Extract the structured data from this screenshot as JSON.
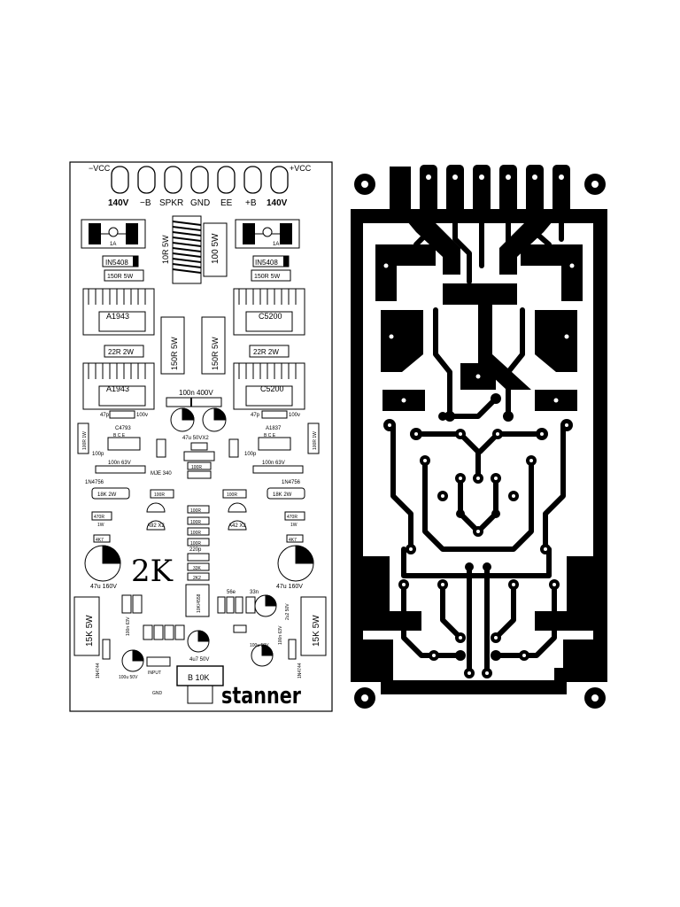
{
  "components": {
    "top_vcc_left": "−VCC",
    "top_vcc_right": "+VCC",
    "conn_140_left": "140V",
    "conn_minus_b": "−B",
    "conn_spkr": "SPKR",
    "conn_gnd": "GND",
    "conn_ee": "EE",
    "conn_plus_b": "+B",
    "conn_140_right": "140V",
    "fuse_rating": "1A",
    "res_10r5w": "10R 5W",
    "res_100r5w": "100 5W",
    "diode": "IN5408",
    "res_150r5w": "150R 5W",
    "tr_a1943": "A1943",
    "tr_c5200": "C5200",
    "res_150r5w_vert": "150R 5W",
    "res_22r2w": "22R 2W",
    "cap_100n_400v": "100n 400V",
    "cap_47p": "47p",
    "v_100v": "100v",
    "cap_47u_50v_x2": "47u 50VX2",
    "tr_c4793": "C4793",
    "tr_a1837": "A1837",
    "bce": "B  C  E",
    "res_100r1w": "100R 1W",
    "cap_100p": "100p",
    "cap_100n_63v": "100n 63V",
    "tr_mje340": "MJE 340",
    "zener": "1N4756",
    "res_18k2w": "18K 2W",
    "res_100r": "100R",
    "res_470r": "470R",
    "w_1w": "1W",
    "res_4k7": "4K7",
    "tr_a92x2": "A92 X2",
    "tr_a42x2": "A42 X2",
    "cap_220p": "220p",
    "res_33k": "33K",
    "res_2k2": "2K2",
    "board_label": "2K",
    "cap_47u_160v": "47u 160V",
    "res_15k5w": "15K 5W",
    "zener2": "1N4744",
    "ic_label": "10K/4558",
    "res_56e": "56e",
    "cap_33n": "33n",
    "cap_2u2_50v": "2u2 50V",
    "cap_4u7_50v": "4u7 50V",
    "cap_100u_50v": "100u 50V",
    "cap_100n_63v_small": "100n 63V",
    "input_label": "INPUT",
    "gnd_label": "GND",
    "pot_label": "B 10K",
    "brand": "stanner"
  },
  "colors": {
    "ink": "#000000",
    "paper": "#ffffff"
  }
}
